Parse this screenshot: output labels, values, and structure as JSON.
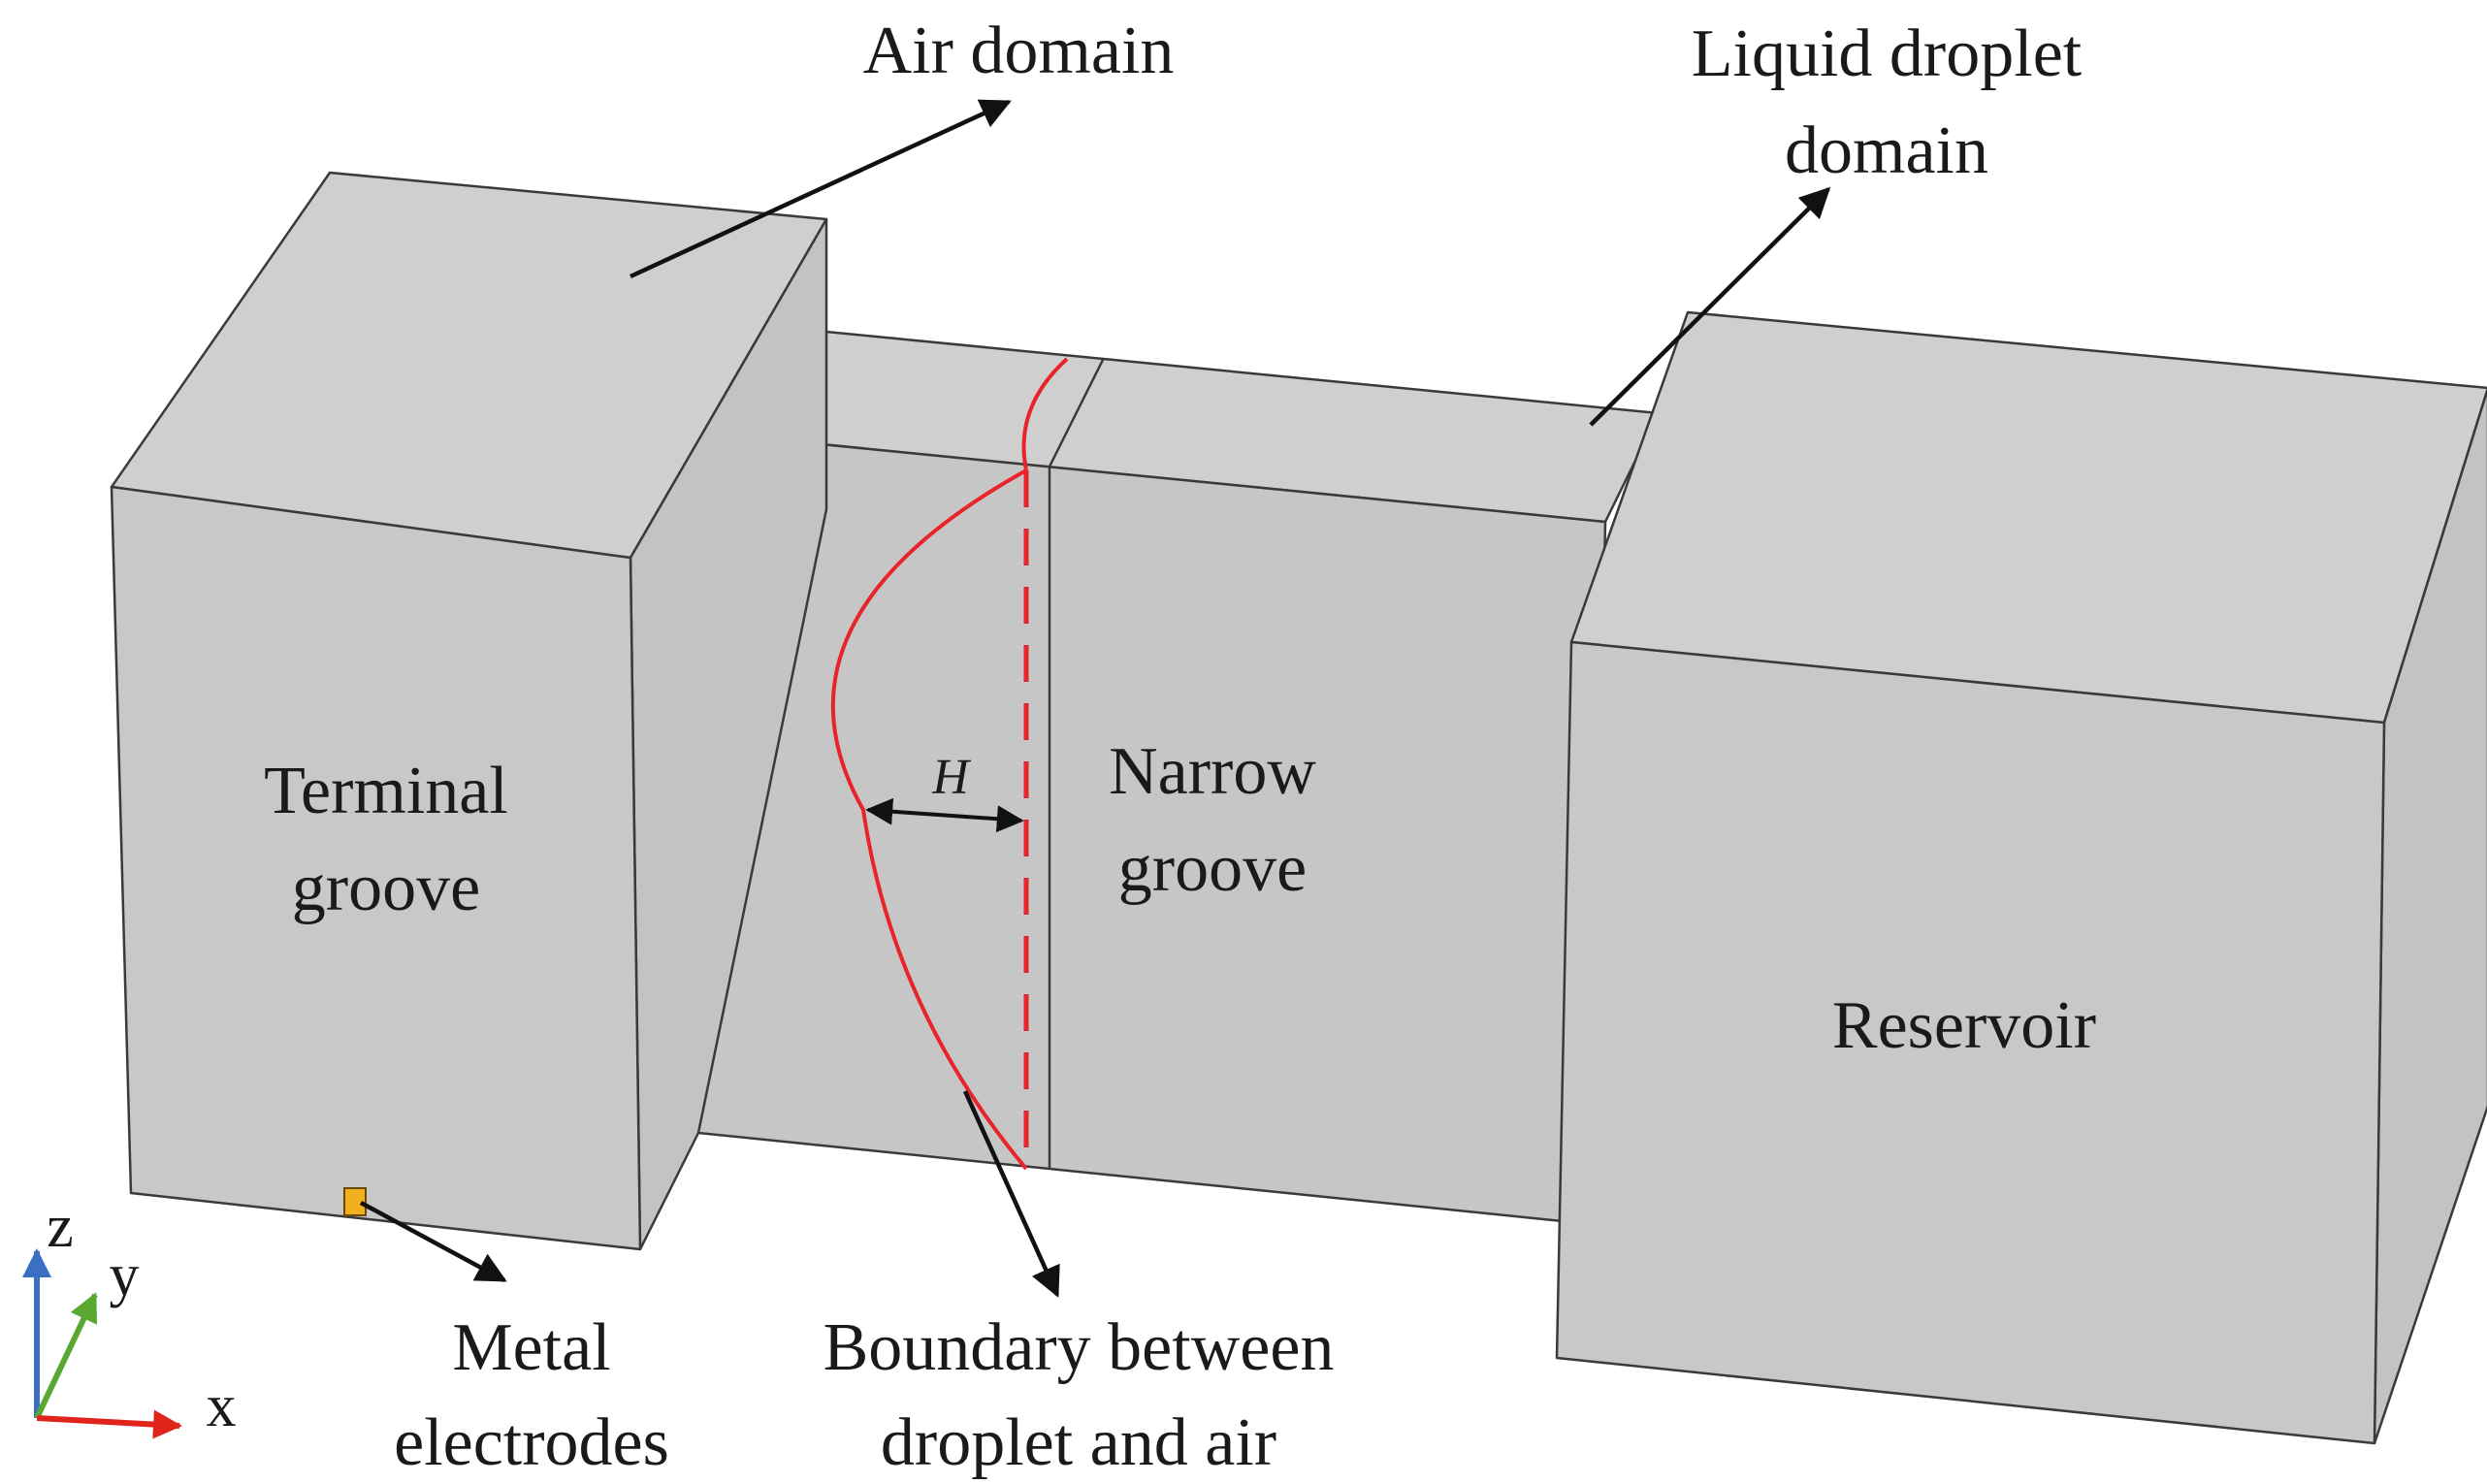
{
  "labels": {
    "air_domain": "Air domain",
    "liquid_droplet_domain_line1": "Liquid droplet",
    "liquid_droplet_domain_line2": "domain",
    "terminal_groove_line1": "Terminal",
    "terminal_groove_line2": "groove",
    "narrow_groove_line1": "Narrow",
    "narrow_groove_line2": "groove",
    "reservoir": "Reservoir",
    "metal_electrodes_line1": "Metal",
    "metal_electrodes_line2": "electrodes",
    "boundary_line1": "Boundary between",
    "boundary_line2": "droplet and air",
    "h_symbol": "H"
  },
  "axes": {
    "z": "z",
    "y": "y",
    "x": "x",
    "z_color": "#3b6fc4",
    "y_color": "#5aa832",
    "x_color": "#e0241b"
  },
  "colors": {
    "face_top": "#cfcfcf",
    "face_front": "#c8c8c8",
    "face_side": "#c2c2c2",
    "boundary": "#e8232a",
    "electrode": "#f0b020"
  }
}
